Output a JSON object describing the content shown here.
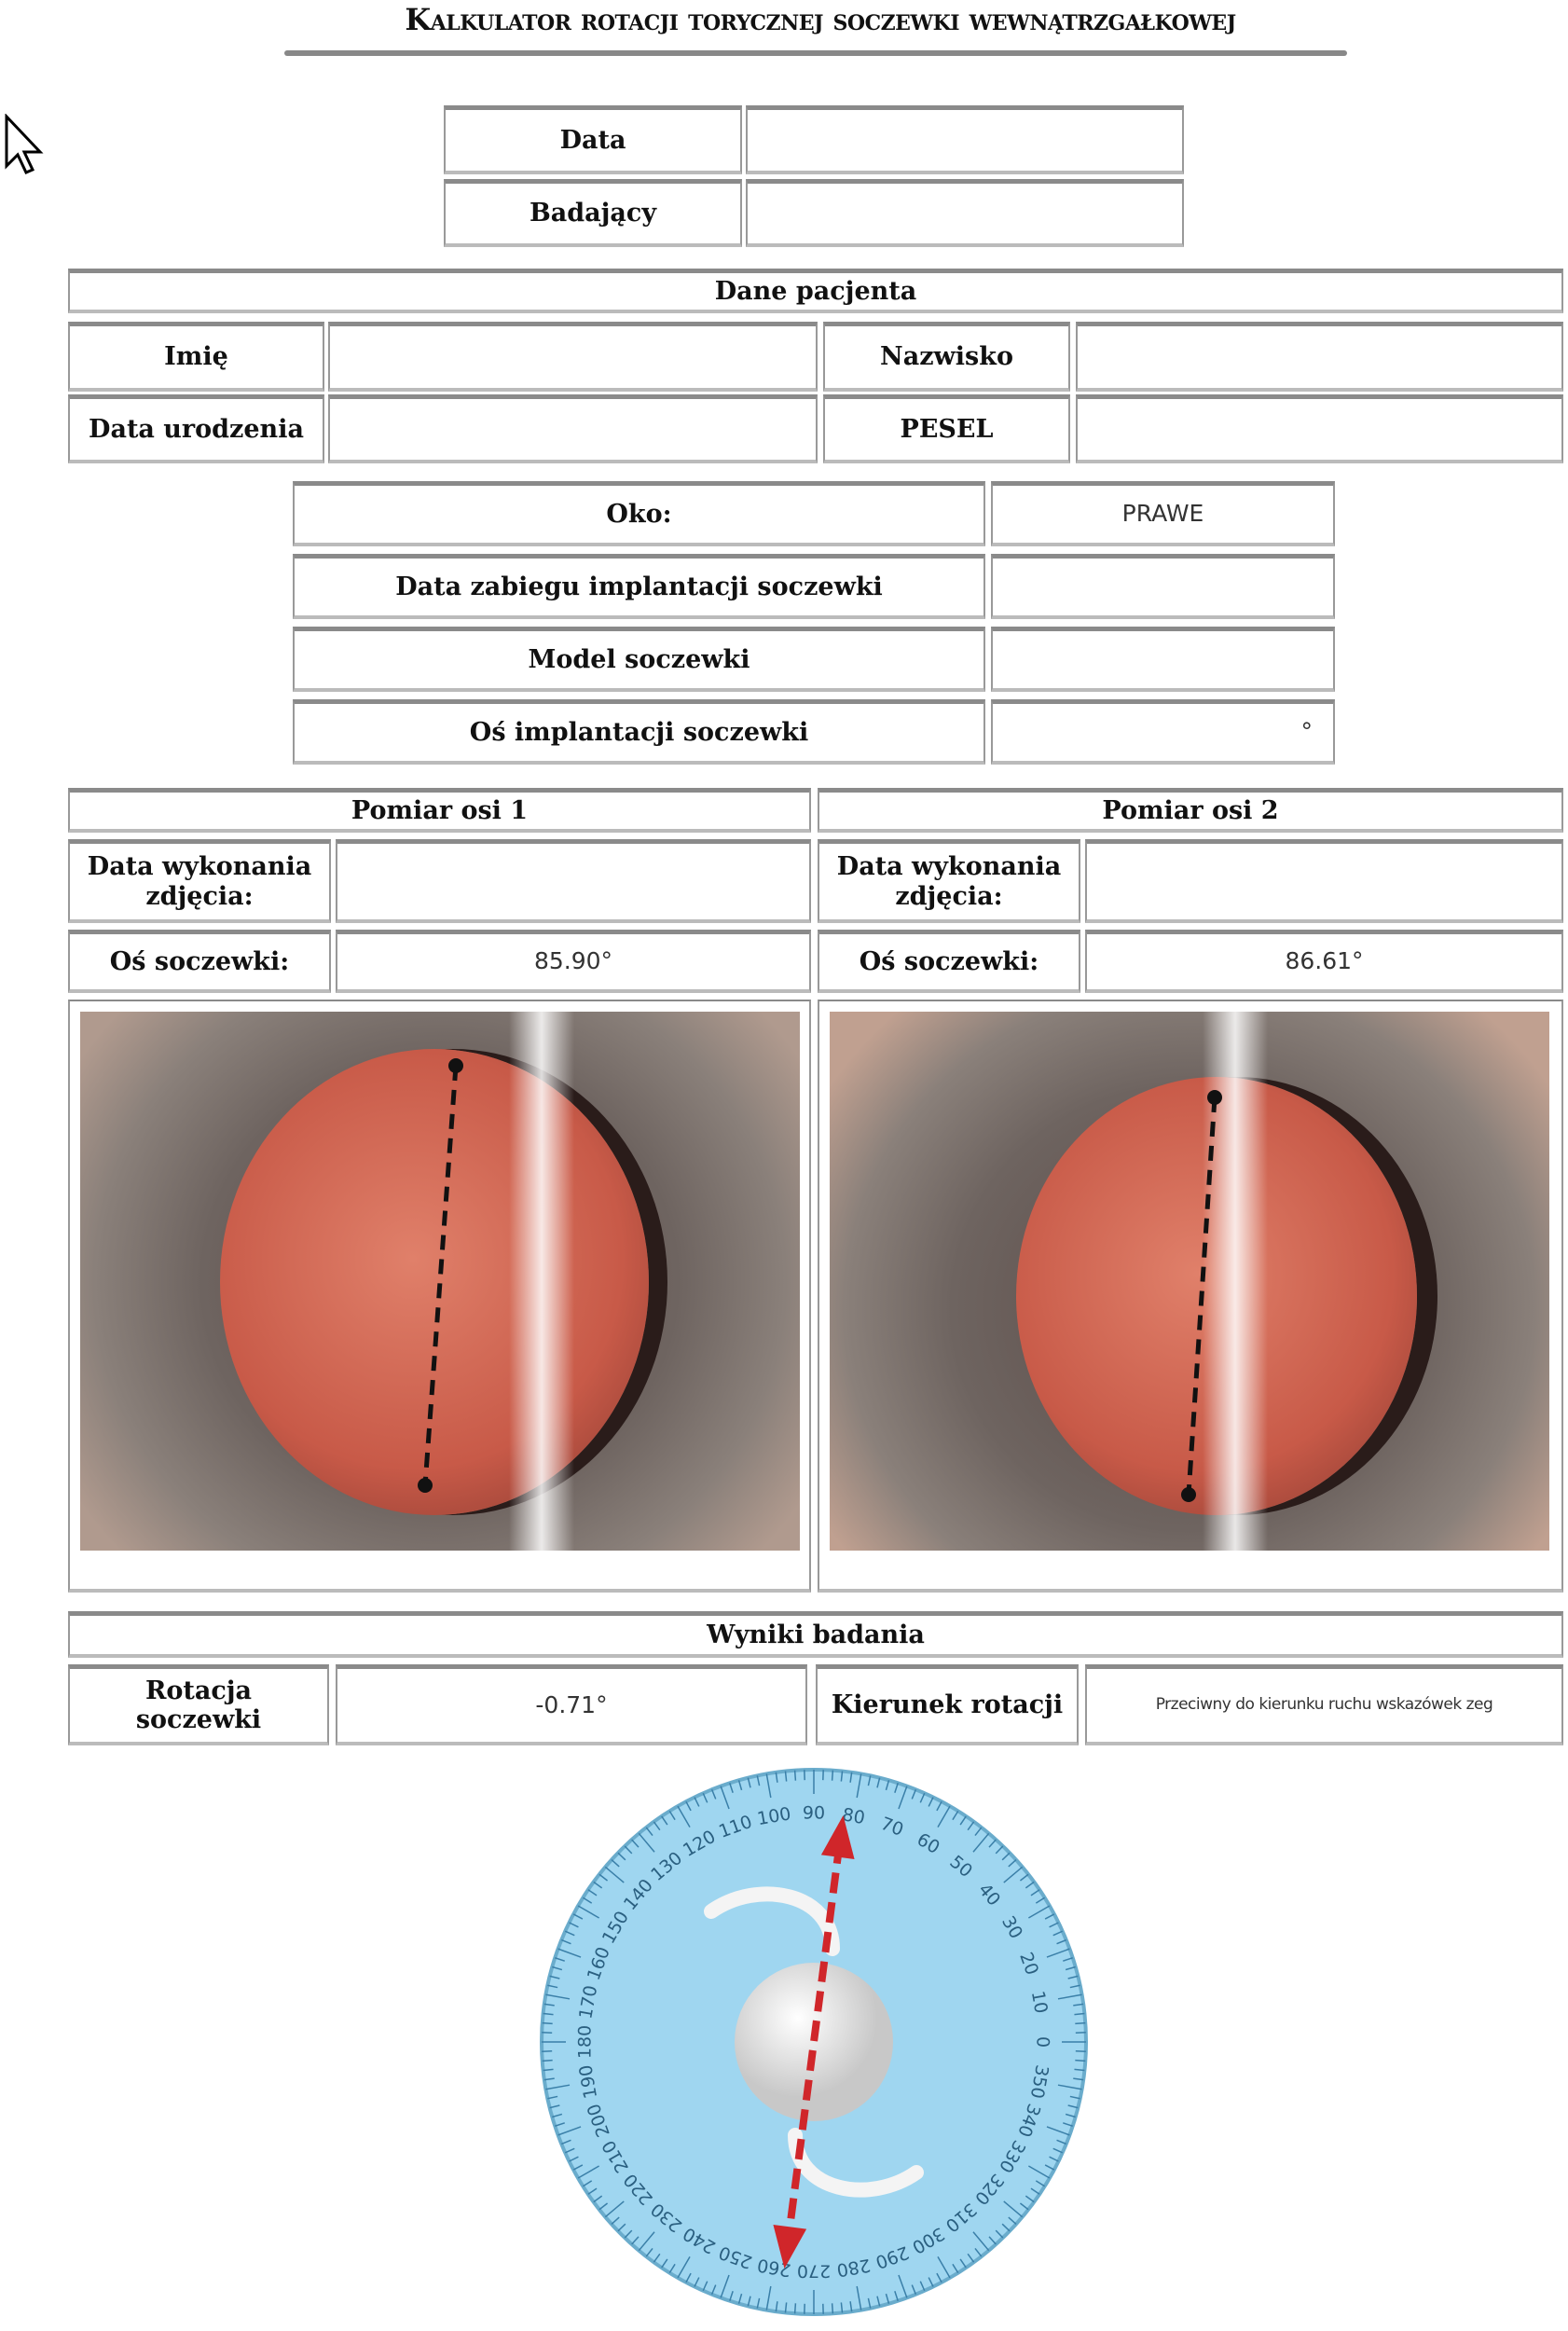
{
  "title": "Kalkulator rotacji torycznej soczewki wewnątrzgałkowej",
  "header": {
    "data_label": "Data",
    "data_value": "",
    "badajacy_label": "Badający",
    "badajacy_value": ""
  },
  "patient": {
    "title": "Dane pacjenta",
    "imie_label": "Imię",
    "imie_value": "",
    "nazwisko_label": "Nazwisko",
    "nazwisko_value": "",
    "dob_label": "Data urodzenia",
    "dob_value": "",
    "pesel_label": "PESEL",
    "pesel_value": ""
  },
  "surgery": {
    "oko_label": "Oko:",
    "oko_value": "PRAWE",
    "date_label": "Data zabiegu implantacji soczewki",
    "date_value": "",
    "model_label": "Model soczewki",
    "model_value": "",
    "axis_label": "Oś implantacji soczewki",
    "axis_value": "°"
  },
  "measurements": [
    {
      "title": "Pomiar osi 1",
      "photo_date_label": "Data wykonania zdjęcia:",
      "photo_date_value": "",
      "axis_label": "Oś soczewki:",
      "axis_value": "85.90°",
      "axis_deg": 85.9
    },
    {
      "title": "Pomiar osi 2",
      "photo_date_label": "Data wykonania zdjęcia:",
      "photo_date_value": "",
      "axis_label": "Oś soczewki:",
      "axis_value": "86.61°",
      "axis_deg": 86.61
    }
  ],
  "results": {
    "title": "Wyniki badania",
    "rotation_label": "Rotacja soczewki",
    "rotation_value": "-0.71°",
    "direction_label": "Kierunek rotacji",
    "direction_value": "Przeciwny do kierunku ruchu wskazówek zeg"
  },
  "dial": {
    "labels": [
      "0",
      "10",
      "20",
      "30",
      "40",
      "50",
      "60",
      "70",
      "80",
      "90",
      "100",
      "110",
      "120",
      "130",
      "140",
      "150",
      "160",
      "170",
      "180",
      "190",
      "200",
      "210",
      "220",
      "230",
      "240",
      "250",
      "260",
      "270",
      "280",
      "290",
      "300",
      "310",
      "320",
      "330",
      "340",
      "350"
    ],
    "axis_deg": 86.61,
    "face_color": "#9fd6f0",
    "arrow_color": "#d0262a"
  }
}
